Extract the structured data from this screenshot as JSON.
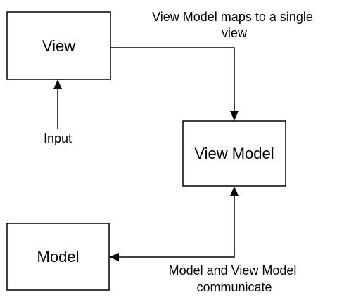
{
  "nodes": {
    "view": "View",
    "view_model": "View Model",
    "model": "Model"
  },
  "annotations": {
    "input": "Input",
    "view_to_viewmodel_line1": "View Model maps to a single",
    "view_to_viewmodel_line2": "view",
    "model_viewmodel_line1": "Model and View Model",
    "model_viewmodel_line2": "communicate"
  },
  "colors": {
    "stroke": "#000000",
    "background": "#ffffff"
  }
}
